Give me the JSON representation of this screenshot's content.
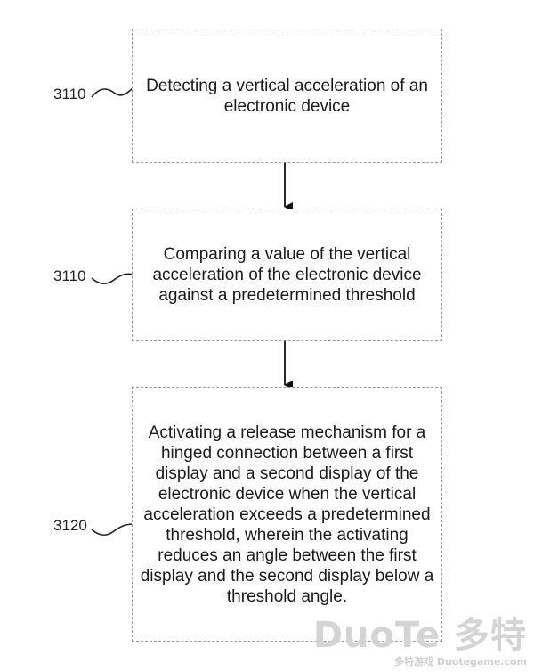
{
  "steps": [
    {
      "ref": "3110",
      "text": "Detecting a vertical acceleration of an electronic device"
    },
    {
      "ref": "3110",
      "text": "Comparing a value of the vertical acceleration of the electronic device against a predetermined threshold"
    },
    {
      "ref": "3120",
      "text": "Activating a release mechanism for a hinged connection between a first display and a second display of the electronic device when the vertical acceleration exceeds a predetermined threshold, wherein the activating reduces an angle between the first display and the second display below a threshold angle."
    }
  ],
  "watermark": {
    "main": "DuoTe 多特",
    "sub": "多特游戏 Duotegame.com"
  },
  "colors": {
    "border": "#9a9a9a",
    "text": "#1a1a1a",
    "watermark": "#d4d4d4"
  }
}
